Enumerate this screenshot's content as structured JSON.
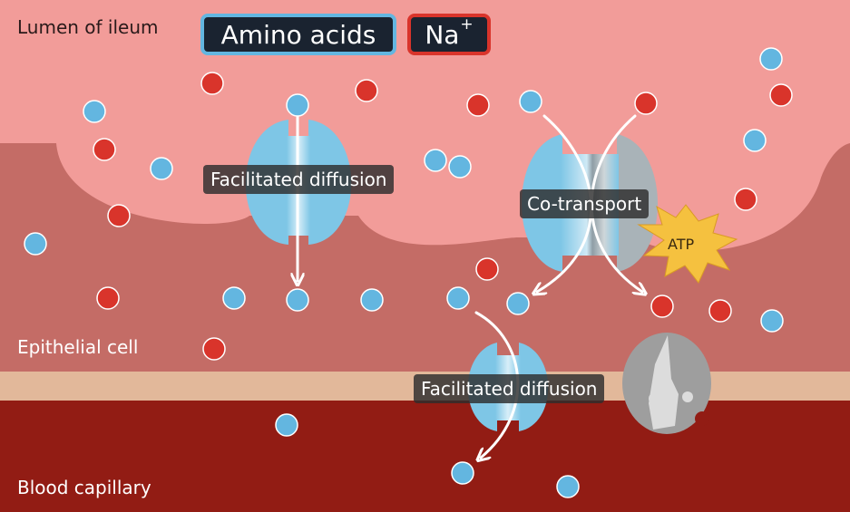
{
  "labels": {
    "lumen": "Lumen of ileum",
    "epithelial": "Epithelial cell",
    "blood": "Blood capillary"
  },
  "legend": {
    "amino_acids": "Amino acids",
    "sodium": "Na",
    "sodium_superscript": "+"
  },
  "process_labels": {
    "facilitated_diffusion_top": "Facilitated diffusion",
    "co_transport": "Co-transport",
    "facilitated_diffusion_bottom": "Facilitated diffusion",
    "atp": "ATP"
  },
  "colors": {
    "lumen": "#f29c99",
    "epithelial": "#c46c66",
    "basement": "#e2b89a",
    "blood": "#921c14",
    "amino_acid": "#63b6e0",
    "sodium": "#d9342b",
    "protein": "#7ec6e6",
    "atp_burst": "#f5c13f",
    "pump": "#9e9e9e"
  }
}
